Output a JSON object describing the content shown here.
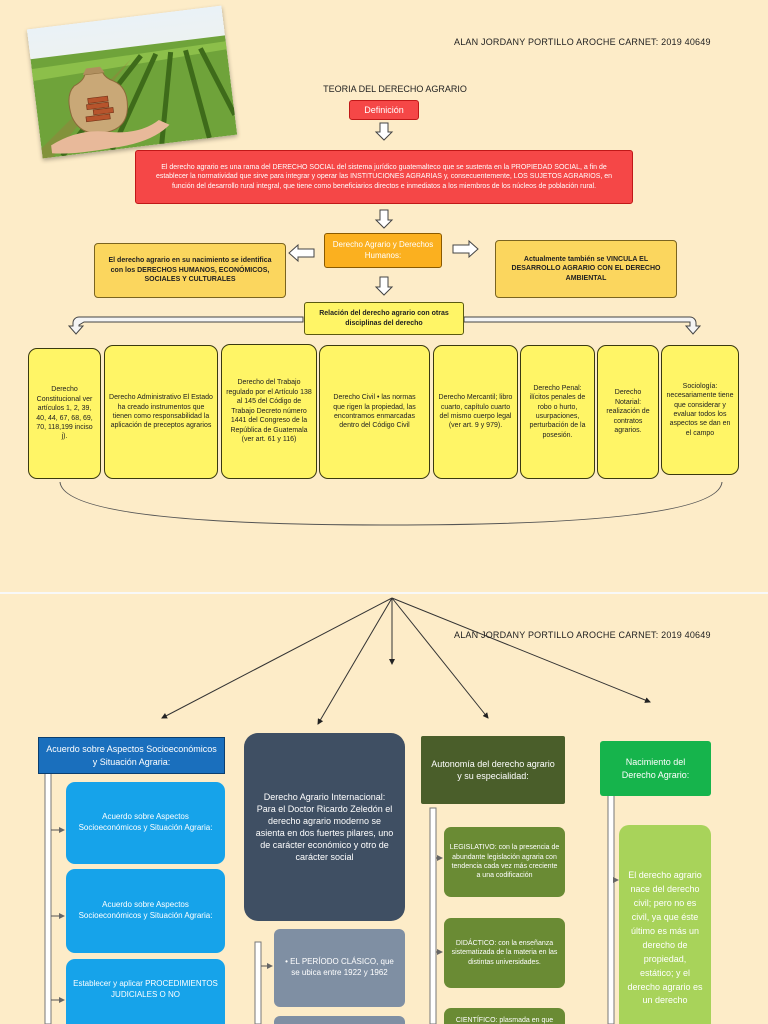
{
  "author": "ALAN JORDANY PORTILLO AROCHE CARNET: 2019 40649",
  "author2": "ALAN JORDANY PORTILLO AROCHE CARNET: 2019 40649",
  "title": "TEORIA DEL DERECHO AGRARIO",
  "definicion_label": "Definición",
  "definicion_text": "El derecho agrario es una rama del DERECHO SOCIAL del sistema jurídico guatemalteco que se sustenta en la PROPIEDAD SOCIAL, a fin de establecer la normatividad que sirve para integrar y operar las INSTITUCIONES AGRARIAS y, consecuentemente, LOS SUJETOS AGRARIOS, en función del desarrollo rural integral, que tiene como beneficiarios directos e inmediatos a los miembros de los núcleos de población rural.",
  "derecho_humanos": "Derecho Agrario y Derechos Humanos:",
  "left_note": "El derecho agrario en su nacimiento se identifica con los DERECHOS HUMANOS, ECONÓMICOS, SOCIALES Y CULTURALES",
  "right_note": "Actualmente también se VINCULA EL DESARROLLO AGRARIO CON EL DERECHO AMBIENTAL",
  "relacion": "Relación del derecho agrario con otras disciplinas del derecho",
  "disciplinas": [
    "Derecho Constitucional ver artículos 1, 2, 39, 40, 44, 67, 68, 69, 70, 118,199 inciso j).",
    "Derecho Administrativo El Estado ha creado instrumentos que tienen como responsabilidad la aplicación de preceptos agrarios",
    "Derecho del Trabajo regulado por el Artículo 138 al 145 del Código de Trabajo Decreto número 1441 del Congreso de la República de Guatemala (ver art. 61 y 116)",
    "Derecho Civil • las normas que rigen la propiedad, las encontramos enmarcadas dentro del Código Civil",
    "Derecho Mercantil; libro cuarto, capítulo cuarto del mismo cuerpo legal (ver art. 9 y 979).",
    "Derecho Penal: ilícitos penales de robo o hurto, usurpaciones, perturbación de la posesión.",
    "Derecho Notarial: realización de contratos agrarios.",
    "Sociología: necesariamente tiene que considerar y evaluar todos los aspectos se dan en el campo"
  ],
  "col1": {
    "header": "Acuerdo sobre Aspectos Socioeconómicos y Situación Agraria:",
    "items": [
      "Acuerdo sobre Aspectos Socioeconómicos y Situación Agraria:",
      "Acuerdo sobre Aspectos Socioeconómicos y Situación Agraria:",
      "Establecer y aplicar PROCEDIMIENTOS JUDICIALES O NO"
    ]
  },
  "col2": {
    "header": "Derecho Agrario Internacional: Para el Doctor Ricardo Zeledón el derecho agrario moderno se asienta en dos fuertes pilares, uno de carácter económico y otro de carácter social",
    "items": [
      "• EL PERÍODO CLÁSICO, que se ubica entre 1922 y 1962"
    ]
  },
  "col3": {
    "header": "Autonomía del derecho agrario y su especialidad:",
    "items": [
      "LEGISLATIVO: con la presencia de abundante legislación agraria con tendencia cada vez más creciente a una codificación",
      "DIDÁCTICO: con la enseñanza sistematizada de la materia en las distintas universidades.",
      "CIENTÍFICO: plasmada en que"
    ]
  },
  "col4": {
    "header": "Nacimiento del Derecho Agrario:",
    "text": "El derecho agrario nace del derecho civil; pero no es civil, ya que éste último es más un derecho de propiedad, estático; y el derecho agrario es un derecho"
  },
  "colors": {
    "background": "#fdecc8",
    "red": "#f54747",
    "yellow": "#fff566",
    "orange": "#fbb01f",
    "blue": "#16a3ea",
    "slate": "#3f4f63",
    "olive": "#6a8b34",
    "green": "#16b44c"
  }
}
